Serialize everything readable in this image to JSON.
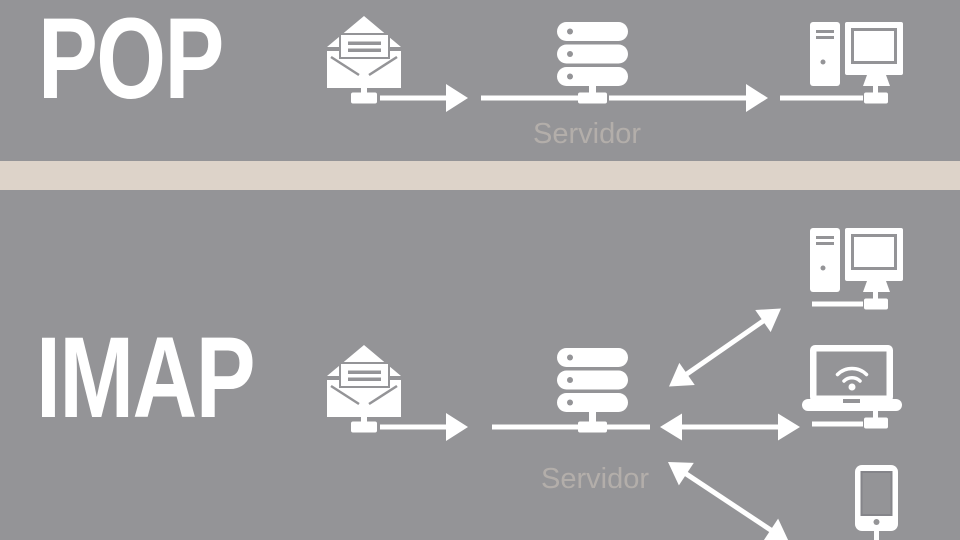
{
  "colors": {
    "background": "#949497",
    "divider": "#ddd3c9",
    "icon": "#ffffff",
    "muted_label": "#b3aeaa"
  },
  "sections": {
    "pop": {
      "title": "POP",
      "server_label": "Servidor",
      "icons": [
        "email-icon",
        "server-icon",
        "desktop-computer-icon"
      ],
      "arrows": [
        {
          "from": "email",
          "to": "server",
          "direction": "right"
        },
        {
          "from": "server",
          "to": "desktop-computer",
          "direction": "right"
        }
      ]
    },
    "imap": {
      "title": "IMAP",
      "server_label": "Servidor",
      "icons": [
        "email-icon",
        "server-icon",
        "desktop-computer-icon",
        "laptop-icon",
        "smartphone-icon"
      ],
      "arrows": [
        {
          "from": "email",
          "to": "server",
          "direction": "right"
        },
        {
          "from": "server",
          "to": "desktop-computer",
          "direction": "bidirectional-diagonal-up"
        },
        {
          "from": "server",
          "to": "laptop",
          "direction": "bidirectional-horizontal"
        },
        {
          "from": "server",
          "to": "smartphone",
          "direction": "bidirectional-diagonal-down"
        }
      ]
    }
  }
}
